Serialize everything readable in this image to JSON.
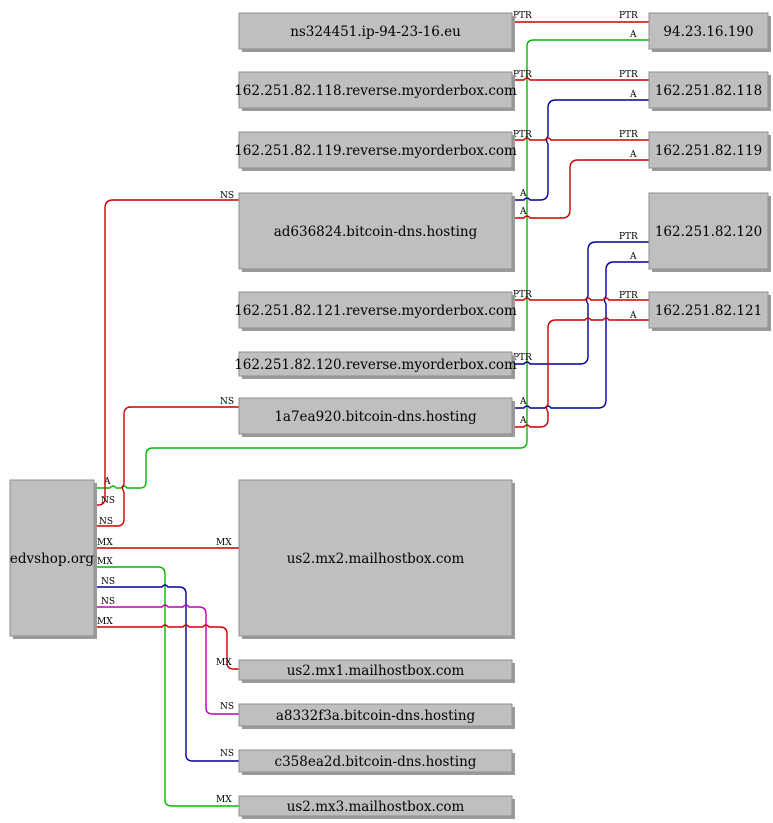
{
  "nodes": {
    "edvshop": "edvshop.org",
    "ns324451": "ns324451.ip-94-23-16.eu",
    "rev118": "162.251.82.118.reverse.myorderbox.com",
    "rev119": "162.251.82.119.reverse.myorderbox.com",
    "ad636824": "ad636824.bitcoin-dns.hosting",
    "rev121": "162.251.82.121.reverse.myorderbox.com",
    "rev120": "162.251.82.120.reverse.myorderbox.com",
    "a1a7ea920": "1a7ea920.bitcoin-dns.hosting",
    "mx2": "us2.mx2.mailhostbox.com",
    "mx1": "us2.mx1.mailhostbox.com",
    "a8332f3a": "a8332f3a.bitcoin-dns.hosting",
    "c358ea2d": "c358ea2d.bitcoin-dns.hosting",
    "mx3": "us2.mx3.mailhostbox.com",
    "ip190": "94.23.16.190",
    "ip118": "162.251.82.118",
    "ip119": "162.251.82.119",
    "ip120": "162.251.82.120",
    "ip121": "162.251.82.121"
  },
  "edges": [
    {
      "id": "ptr-ns324451",
      "label_start": "PTR",
      "label_end": "PTR",
      "color": "#cc0000"
    },
    {
      "id": "a-190",
      "label_start": "A",
      "label_end": "A",
      "color": "#00bb00"
    },
    {
      "id": "ptr-118",
      "label_start": "PTR",
      "label_end": "PTR",
      "color": "#cc0000"
    },
    {
      "id": "a-118",
      "label_start": "A",
      "label_end": "A",
      "color": "#000099"
    },
    {
      "id": "ptr-119",
      "label_start": "PTR",
      "label_end": "PTR",
      "color": "#cc0000"
    },
    {
      "id": "a-119",
      "label_start": "A",
      "label_end": "A",
      "color": "#cc0000"
    },
    {
      "id": "ptr-120",
      "label_start": "PTR",
      "label_end": "PTR",
      "color": "#000099"
    },
    {
      "id": "a-120",
      "label_start": "A",
      "label_end": "A",
      "color": "#000099"
    },
    {
      "id": "ptr-121",
      "label_start": "PTR",
      "label_end": "PTR",
      "color": "#cc0000"
    },
    {
      "id": "a-121",
      "label_start": "A",
      "label_end": "A",
      "color": "#cc0000"
    },
    {
      "id": "ns-ad636824",
      "label_start": "NS",
      "label_end": "NS",
      "color": "#cc0000"
    },
    {
      "id": "ns-1a7ea920",
      "label_start": "NS",
      "label_end": "NS",
      "color": "#cc0000"
    },
    {
      "id": "mx-mx2",
      "label_start": "MX",
      "label_end": "MX",
      "color": "#cc0000"
    },
    {
      "id": "mx-mx3",
      "label_start": "MX",
      "label_end": "MX",
      "color": "#00bb00"
    },
    {
      "id": "ns-c358ea2d",
      "label_start": "NS",
      "label_end": "NS",
      "color": "#000099"
    },
    {
      "id": "ns-a8332f3a",
      "label_start": "NS",
      "label_end": "NS",
      "color": "#bb00bb"
    },
    {
      "id": "mx-mx1",
      "label_start": "MX",
      "label_end": "MX",
      "color": "#cc0000"
    }
  ]
}
